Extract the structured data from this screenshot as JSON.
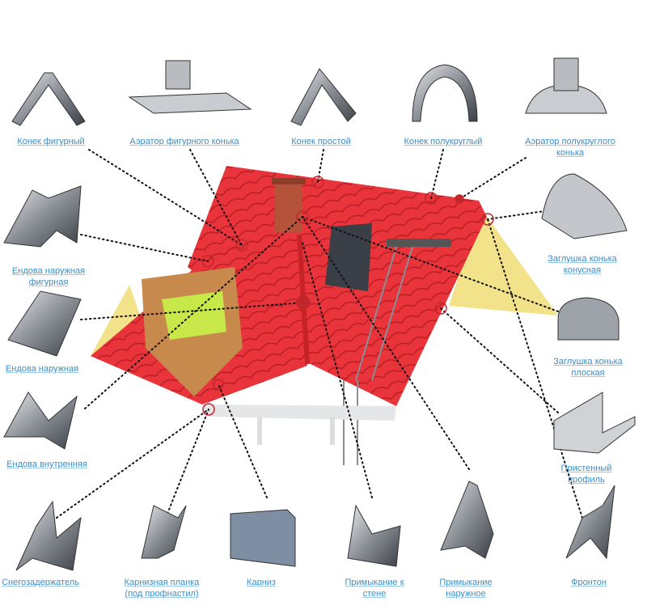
{
  "colors": {
    "link": "#3a8fc8",
    "roof": "#e8343a",
    "roof_dark": "#c62228",
    "gable": "#f2e28a",
    "metal": "#8a8f96",
    "marker": "#c0262b"
  },
  "labels": {
    "konek_figurny": "Конек фигурный",
    "aerator_figurnogo": "Аэратор фигурного конька",
    "konek_prostoy": "Конек простой",
    "konek_polukrugly": "Конек полукруглый",
    "aerator_polukruglogo": [
      "Аэратор полукруглого",
      "конька"
    ],
    "endova_naruzhnaya_figurnaya": [
      "Ендова наружная",
      "фигурная"
    ],
    "endova_naruzhnaya": "Ендова наружная",
    "endova_vnutrennyaya": "Ендова внутренняя",
    "zaglushka_konusnaya": [
      "Заглушка конька",
      "конусная"
    ],
    "zaglushka_ploskaya": [
      "Заглушка конька",
      "плоская"
    ],
    "pristenny_profil": [
      "Пристенный",
      "профиль"
    ],
    "snegozaderzhatel": "Снегозадержатель",
    "karniznaya_planka": [
      "Карнизная планка",
      "(под профнастил)"
    ],
    "karniz": "Карниз",
    "primykanie_k_stene": [
      "Примыкание к",
      "стене"
    ],
    "primykanie_naruzhnoe": [
      "Примыкание",
      "наружное"
    ],
    "fronton": "Фронтон"
  }
}
